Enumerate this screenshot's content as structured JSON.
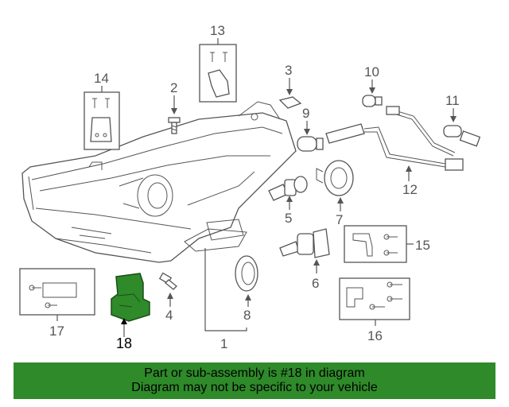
{
  "callouts": {
    "c1": "1",
    "c2": "2",
    "c3": "3",
    "c4": "4",
    "c5": "5",
    "c6": "6",
    "c7": "7",
    "c8": "8",
    "c9": "9",
    "c10": "10",
    "c11": "11",
    "c12": "12",
    "c13": "13",
    "c14": "14",
    "c15": "15",
    "c16": "16",
    "c17": "17",
    "c18": "18"
  },
  "highlight": {
    "part": "18",
    "color": "#2f8a2a"
  },
  "banner": {
    "line1": "Part or sub-assembly is #18 in diagram",
    "line2": "Diagram may not be specific to your vehicle",
    "background": "#2f8a2a"
  }
}
